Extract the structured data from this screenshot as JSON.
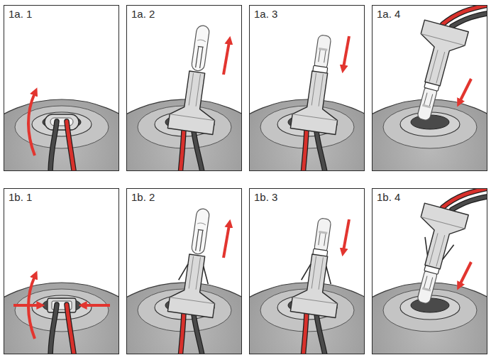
{
  "diagram": {
    "nodes": [
      {
        "text": [
          "1a. 1"
        ]
      },
      {
        "text": [
          "1a. 2"
        ]
      },
      {
        "text": [
          "1a. 3"
        ]
      },
      {
        "text": [
          "1a. 4"
        ]
      },
      {
        "text": [
          "1b. 1"
        ]
      },
      {
        "text": [
          "1b. 2"
        ]
      },
      {
        "text": [
          "1b. 3"
        ]
      },
      {
        "text": [
          "1b. 4"
        ]
      }
    ]
  }
}
